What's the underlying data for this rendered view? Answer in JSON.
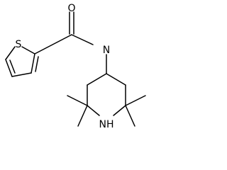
{
  "structure": {
    "atoms": {
      "O": "O",
      "S": "S",
      "N": "N",
      "NH": "NH"
    }
  }
}
